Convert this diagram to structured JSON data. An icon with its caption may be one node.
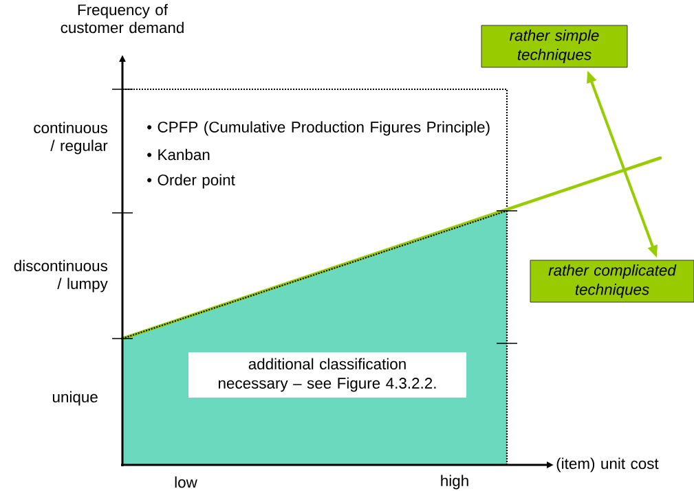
{
  "diagram": {
    "nodes": [
      {
        "text": [
          "rather simple techniques"
        ]
      },
      {
        "text": [
          "rather complicated techniques"
        ]
      },
      {
        "text": [
          "additional classification necessary – see Figure 4.3.2.2."
        ]
      }
    ],
    "edges": [
      {
        "from": 0,
        "to": 1,
        "arrow": "both"
      }
    ],
    "labels": [
      "Frequency of customer demand",
      "continuous / regular",
      "• CPFP (Cumulative Production Figures Principle)",
      "• Kanban",
      "• Order point",
      "discontinuous / lumpy",
      "unique",
      "(item) unit cost",
      "low",
      "high"
    ]
  }
}
